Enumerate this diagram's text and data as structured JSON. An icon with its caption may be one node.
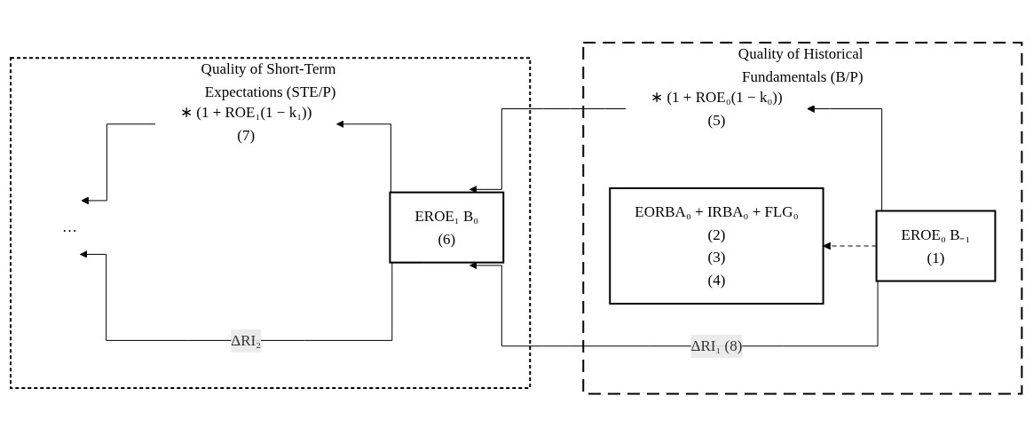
{
  "diagram": {
    "nodes": [
      {
        "text": [
          "Quality of Short-Term Expectations (STE/P)"
        ]
      },
      {
        "text": [
          "Quality of Historical Fundamentals (B/P)"
        ]
      },
      {
        "text": [
          "∗ (1 + ROE₁(1 − k₁))",
          "(7)"
        ],
        "in": 0
      },
      {
        "text": [
          "…"
        ],
        "in": 0
      },
      {
        "text": [
          "EROE₁ B₀",
          "(6)"
        ],
        "in": 0
      },
      {
        "text": [
          "∗ (1 + ROE₀(1 − k₀))",
          "(5)"
        ],
        "in": 1
      },
      {
        "text": [
          "EROE₀ B₋₁",
          "(1)"
        ],
        "in": 1
      },
      {
        "text": [
          "EORBA₀ + IRBA₀ + FLG₀",
          "(2)",
          "(3)",
          "(4)"
        ],
        "in": 1
      }
    ],
    "edges": [
      {
        "from": 6,
        "to": 5,
        "arrow": "to"
      },
      {
        "from": 5,
        "to": 4,
        "arrow": "to"
      },
      {
        "from": 4,
        "to": 2,
        "arrow": "to"
      },
      {
        "from": 2,
        "to": 3,
        "arrow": "to"
      },
      {
        "from": 6,
        "to": 4,
        "label": "ΔRI₁ (8)",
        "arrow": "to"
      },
      {
        "from": 4,
        "to": 3,
        "label": "ΔRI₂",
        "arrow": "to"
      },
      {
        "from": 6,
        "to": 7,
        "arrow": "to",
        "style": "dashed"
      }
    ]
  }
}
